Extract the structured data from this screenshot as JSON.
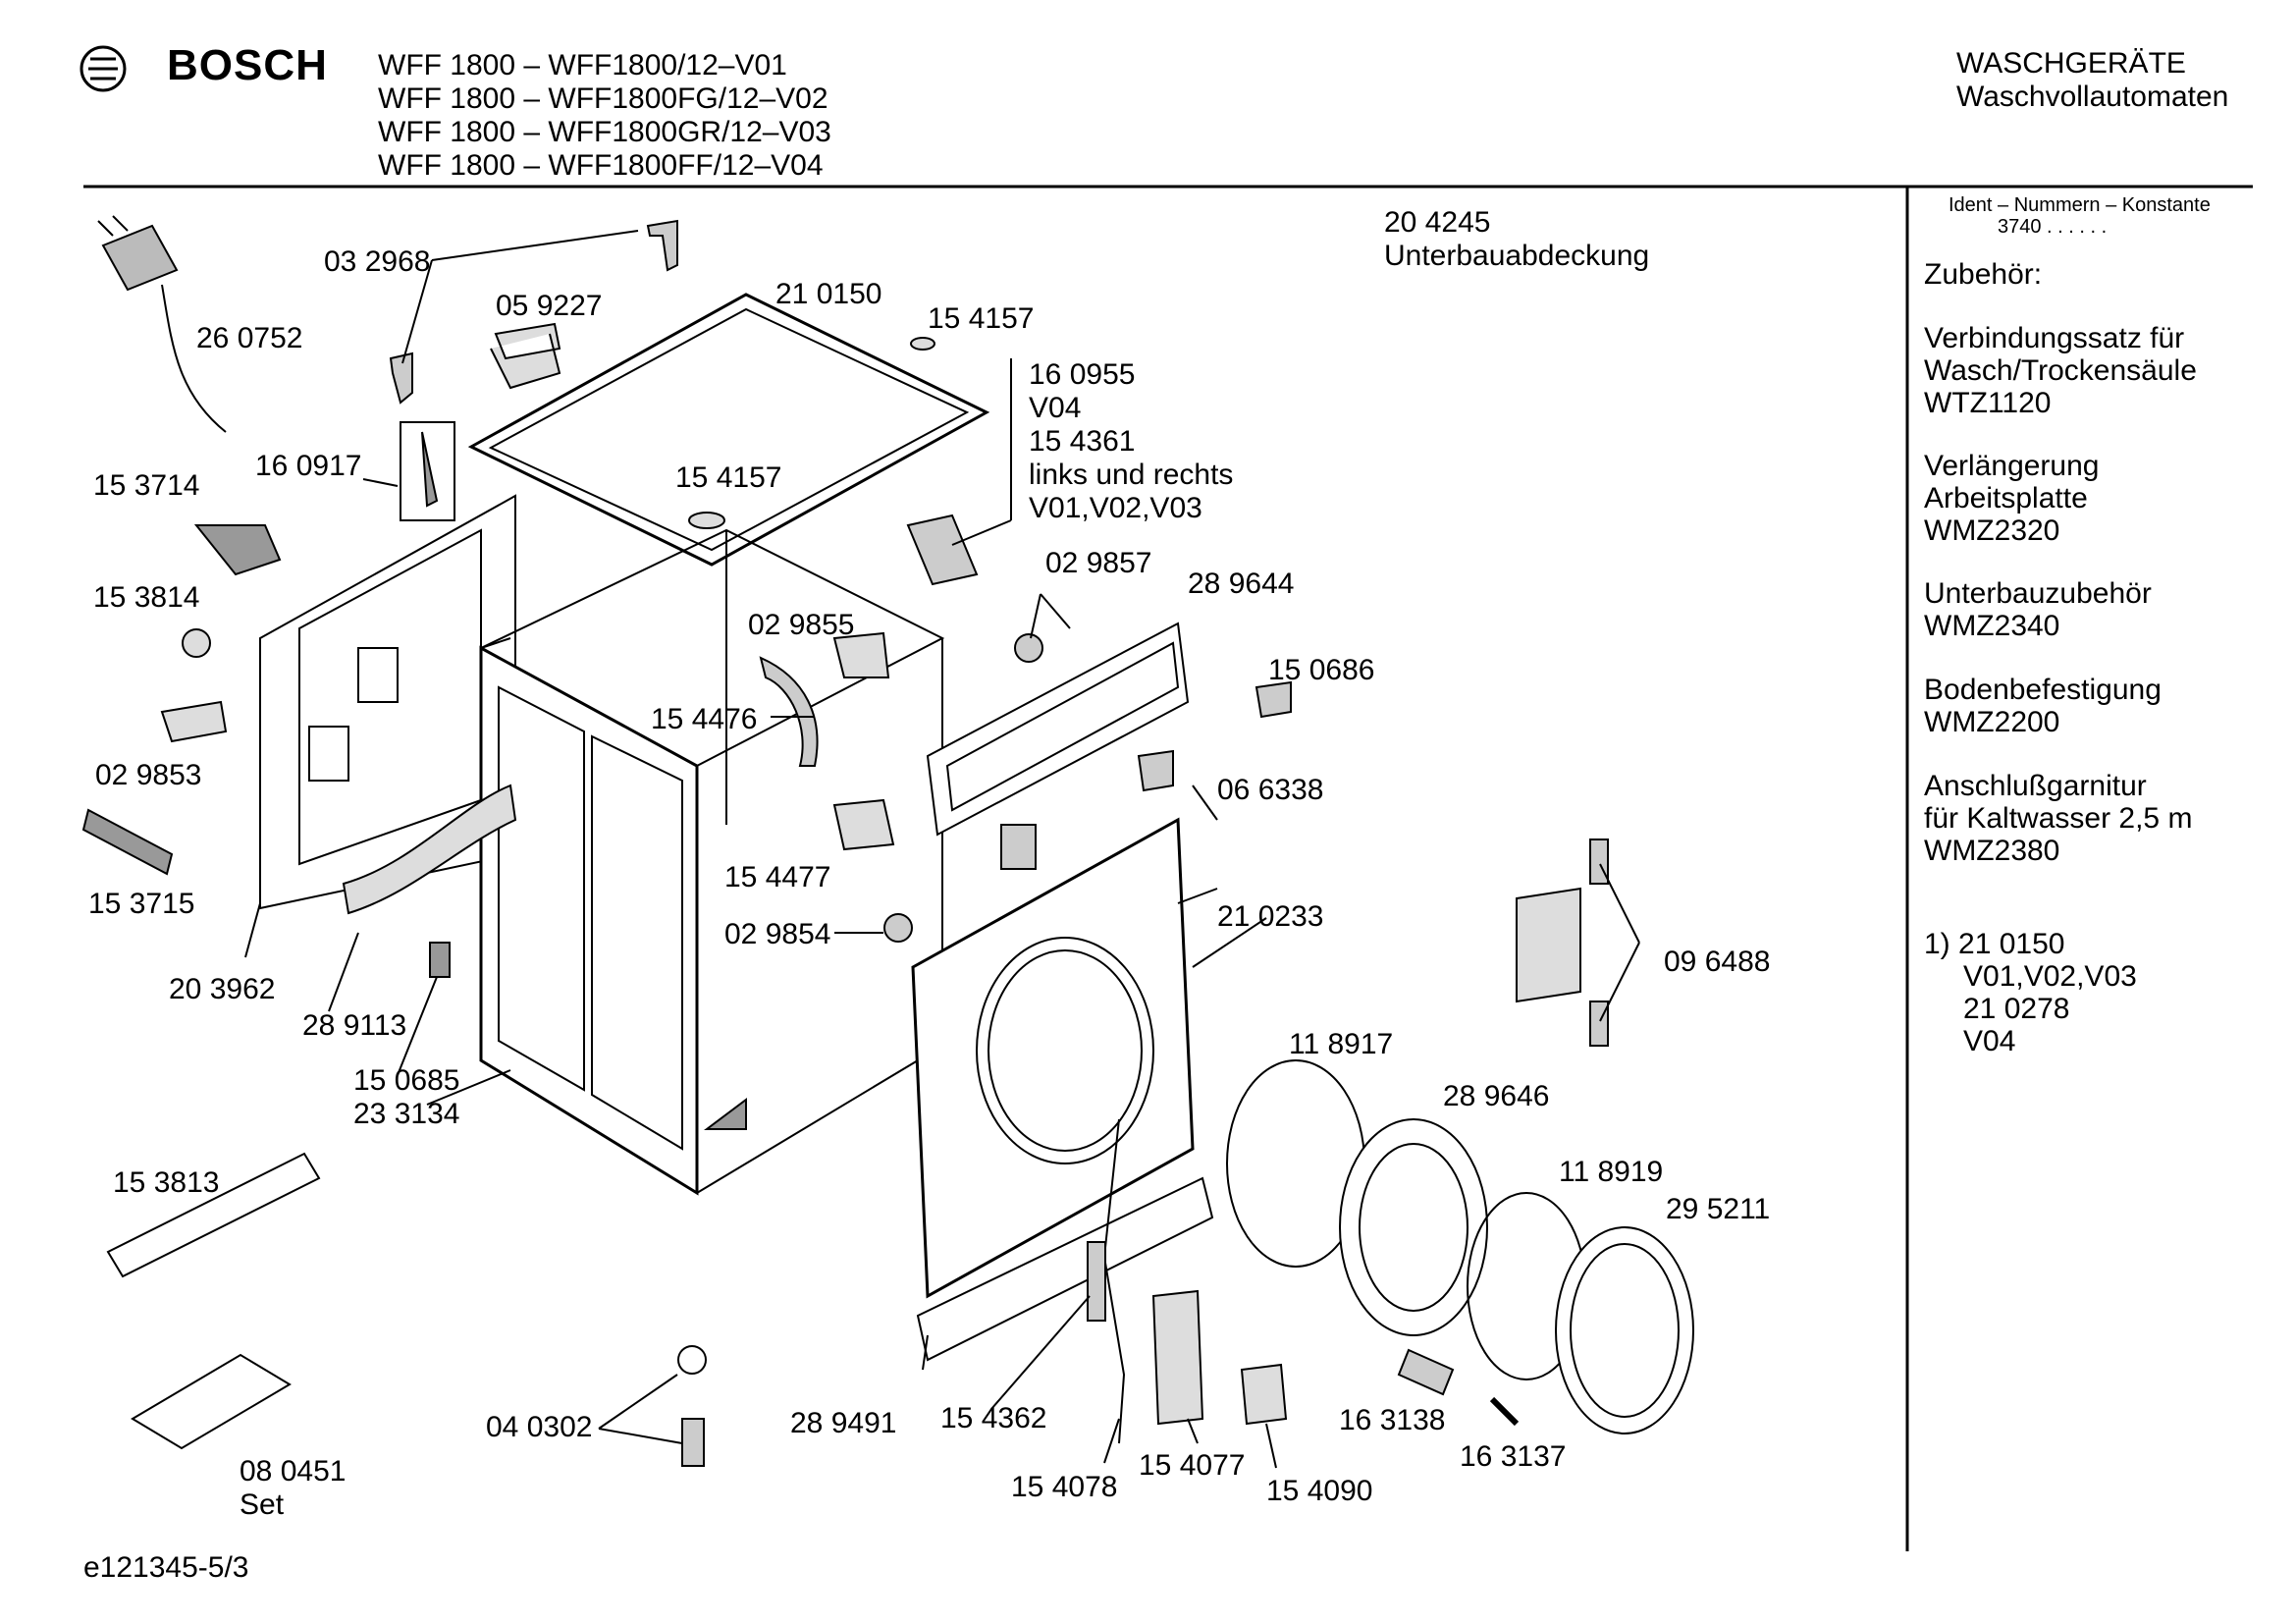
{
  "header": {
    "brand": "BOSCH",
    "models": [
      "WFF 1800 – WFF1800/12–V01",
      "WFF 1800 – WFF1800FG/12–V02",
      "WFF 1800 – WFF1800GR/12–V03",
      "WFF 1800 – WFF1800FF/12–V04"
    ],
    "category": "WASCHGERÄTE",
    "subcategory": "Waschvollautomaten"
  },
  "sidebar": {
    "ident_label": "Ident – Nummern – Konstante",
    "ident_value": "3740  . .   . . . .",
    "accessories_title": "Zubehör:",
    "accessories": [
      [
        "Verbindungssatz für",
        "Wasch/Trockensäule",
        "WTZ1120"
      ],
      [
        "Verlängerung",
        "Arbeitsplatte",
        "WMZ2320"
      ],
      [
        "Unterbauzubehör",
        "WMZ2340"
      ],
      [
        "Bodenbefestigung",
        "WMZ2200"
      ],
      [
        "Anschlußgarnitur",
        "für Kaltwasser 2,5 m",
        "WMZ2380"
      ]
    ],
    "footnote": [
      "1)  21 0150",
      "V01,V02,V03",
      "21 0278",
      "V04"
    ]
  },
  "labels": [
    "03 2968",
    "26 0752",
    "05 9227",
    "21 0150",
    "15 4157",
    "16 0917",
    "15 4157",
    "16 0955",
    "V04",
    "15 4361",
    "links und rechts",
    "V01,V02,V03",
    "20 4245",
    "Unterbauabdeckung",
    "15 3714",
    "15 3814",
    "02 9857",
    "28 9644",
    "02 9855",
    "15 0686",
    "15 4476",
    "02 9853",
    "06 6338",
    "15 3715",
    "15 4477",
    "21 0233",
    "02 9854",
    "09 6488",
    "20 3962",
    "28 9113",
    "15 0685",
    "23 3134",
    "11 8917",
    "28 9646",
    "11 8919",
    "29 5211",
    "15 3813",
    "04 0302",
    "28 9491",
    "15 4362",
    "16 3138",
    "16 3137",
    "08 0451",
    "Set",
    "15 4078",
    "15 4077",
    "15 4090"
  ],
  "footer": {
    "doc_id": "e121345-5/3"
  }
}
